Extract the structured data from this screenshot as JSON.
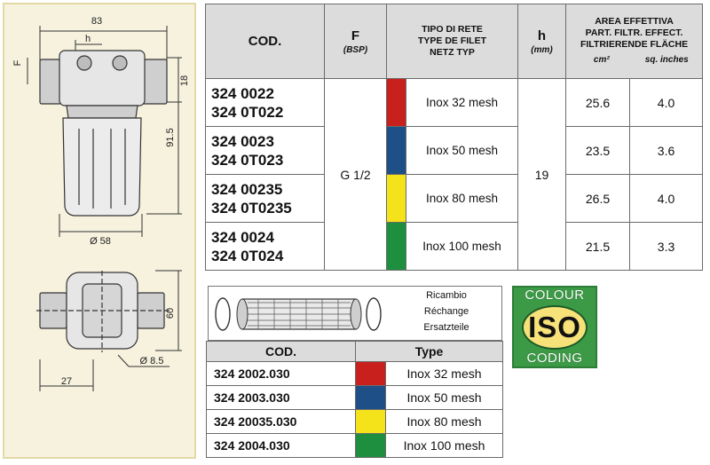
{
  "drawing": {
    "dim_width": "83",
    "dim_h": "h",
    "dim_f": "F",
    "dim_18": "18",
    "dim_height": "91.5",
    "dim_diameter": "Ø 58",
    "dim_60": "60",
    "dim_hole": "Ø 8.5",
    "dim_27": "27"
  },
  "spec_table": {
    "headers": {
      "cod": "COD.",
      "f": "F",
      "f_sub": "(BSP)",
      "tipo_lines": [
        "TIPO DI RETE",
        "TYPE DE FILET",
        "NETZ TYP"
      ],
      "h": "h",
      "h_sub": "(mm)",
      "area_lines": [
        "AREA EFFETTIVA",
        "PART. FILTR. EFFECT.",
        "FILTRIERENDE FLÄCHE"
      ],
      "unit_cm": "cm²",
      "unit_in": "sq. inches"
    },
    "thread": "G 1/2",
    "h_value": "19",
    "rows": [
      {
        "code1": "324 0022",
        "code2": "324 0T022",
        "mesh": "Inox 32 mesh",
        "color": "#c8201c",
        "cm2": "25.6",
        "sqin": "4.0"
      },
      {
        "code1": "324 0023",
        "code2": "324 0T023",
        "mesh": "Inox 50 mesh",
        "color": "#1e4f86",
        "cm2": "23.5",
        "sqin": "3.6"
      },
      {
        "code1": "324 00235",
        "code2": "324 0T0235",
        "mesh": "Inox 80 mesh",
        "color": "#f4e21a",
        "cm2": "26.5",
        "sqin": "4.0"
      },
      {
        "code1": "324 0024",
        "code2": "324 0T024",
        "mesh": "Inox 100 mesh",
        "color": "#1e8f3e",
        "cm2": "21.5",
        "sqin": "3.3"
      }
    ]
  },
  "spare": {
    "labels": [
      "Ricambio",
      "Réchange",
      "Ersatzteile"
    ],
    "headers": {
      "cod": "COD.",
      "type": "Type"
    },
    "rows": [
      {
        "code": "324 2002.030",
        "color": "#c8201c",
        "type": "Inox 32 mesh"
      },
      {
        "code": "324 2003.030",
        "color": "#1e4f86",
        "type": "Inox 50 mesh"
      },
      {
        "code": "324 20035.030",
        "color": "#f4e21a",
        "type": "Inox 80 mesh"
      },
      {
        "code": "324 2004.030",
        "color": "#1e8f3e",
        "type": "Inox 100 mesh"
      }
    ]
  },
  "iso_badge": {
    "top": "COLOUR",
    "middle": "ISO",
    "bottom": "CODING",
    "bg_color": "#3c9a46",
    "circle_color": "#f7e27a"
  }
}
